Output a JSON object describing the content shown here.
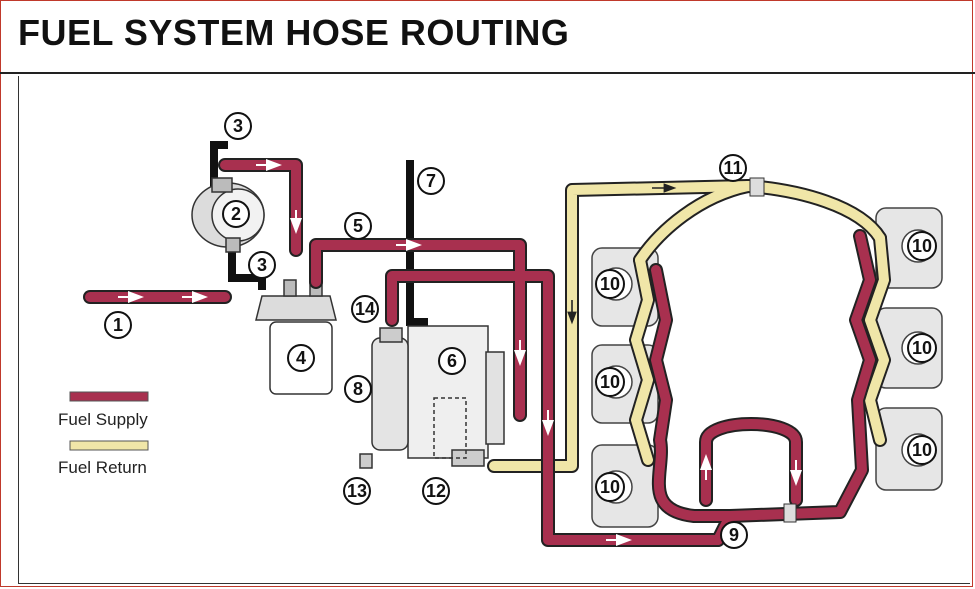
{
  "title": "FUEL SYSTEM HOSE ROUTING",
  "colors": {
    "supply": "#a8304f",
    "return": "#f0e6a8",
    "outline": "#222222"
  },
  "legend": [
    {
      "label": "Fuel Supply",
      "color": "#a8304f"
    },
    {
      "label": "Fuel Return",
      "color": "#f0e6a8"
    }
  ],
  "callouts": [
    "1",
    "2",
    "3",
    "3",
    "4",
    "5",
    "6",
    "7",
    "8",
    "9",
    "10",
    "10",
    "10",
    "10",
    "10",
    "10",
    "11",
    "12",
    "13",
    "14"
  ]
}
